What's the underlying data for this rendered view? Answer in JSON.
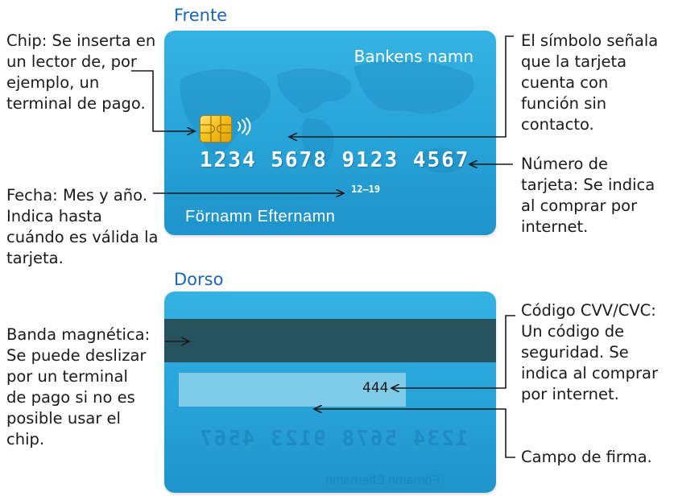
{
  "front": {
    "title": "Frente",
    "bank_name": "Bankens namn",
    "card_number": "1234  5678  9123  4567",
    "expiry": "12–19",
    "holder": "Förnamn Efternamn",
    "contactless_symbol": "contactless-icon"
  },
  "back": {
    "title": "Dorso",
    "cvv": "444",
    "mirrored_number": "1234 5678 9123 4567",
    "mirrored_name": "Förnamn Efternamn"
  },
  "annotations": {
    "chip": "Chip: Se inserta en un lector de, por ejemplo, un terminal de pago.",
    "contactless": "El símbolo señala que la tarjeta cuenta con función sin contacto.",
    "number": "Número de tarjeta: Se indica al comprar por internet.",
    "expiry": "Fecha: Mes y año. Indica hasta cuándo es válida la tarjeta.",
    "stripe": "Banda magnética: Se puede deslizar por un terminal de pago si no es posible usar el chip.",
    "cvv": "Código CVV/CVC: Un código de seguridad. Se indica al comprar por internet.",
    "signature": "Campo de firma."
  },
  "colors": {
    "card_blue": "#2aa6da",
    "stripe": "#27535f",
    "title_blue": "#1a64b5",
    "chip_gold": "#f5c21c"
  }
}
